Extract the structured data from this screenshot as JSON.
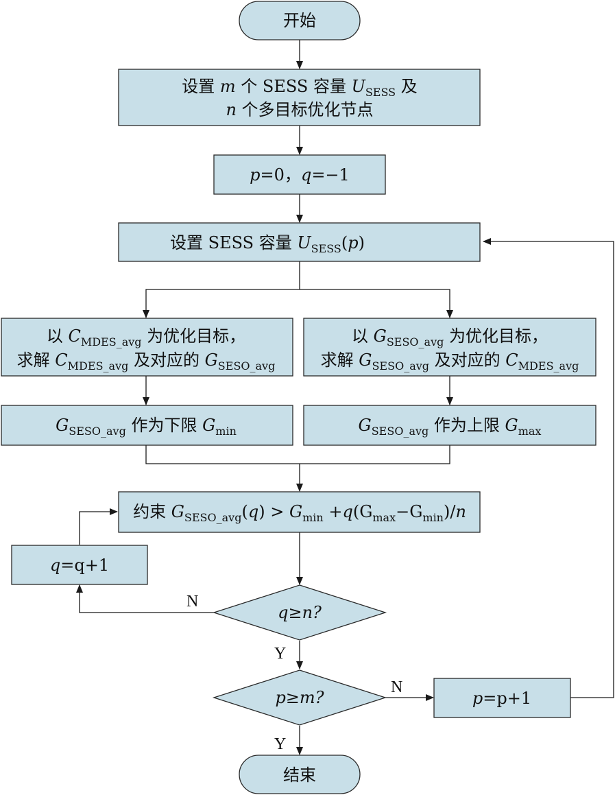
{
  "nodes": {
    "start": "开始",
    "init_a": "设置",
    "init_b": "个 SESS 容量",
    "init_c": "及",
    "init_d": "个多目标优化节点",
    "pq": "=0，",
    "pq_b": "=−1",
    "setcap": "设置 SESS 容量",
    "left1_a": "以",
    "left1_b": "为优化目标，",
    "left1_c": "求解",
    "left1_d": "及对应的",
    "right1_a": "以",
    "right1_b": "为优化目标，",
    "right1_c": "求解",
    "right1_d": "及对应的",
    "left2": "作为下限",
    "right2": "作为上限",
    "constraint_a": "约束",
    "qinc": "=q+1",
    "cond_q": "q≥n?",
    "cond_p": "p≥m?",
    "pinc": "=p+1",
    "end": "结束"
  },
  "symbols": {
    "m": "m",
    "n": "n",
    "p": "p",
    "q": "q",
    "U": "U",
    "C": "C",
    "G": "G",
    "SESS": "SESS",
    "MDES_avg": "MDES_avg",
    "SESO_avg": "SESO_avg",
    "min": "min",
    "max": "max"
  },
  "edge_labels": {
    "yes": "Y",
    "no": "N"
  }
}
